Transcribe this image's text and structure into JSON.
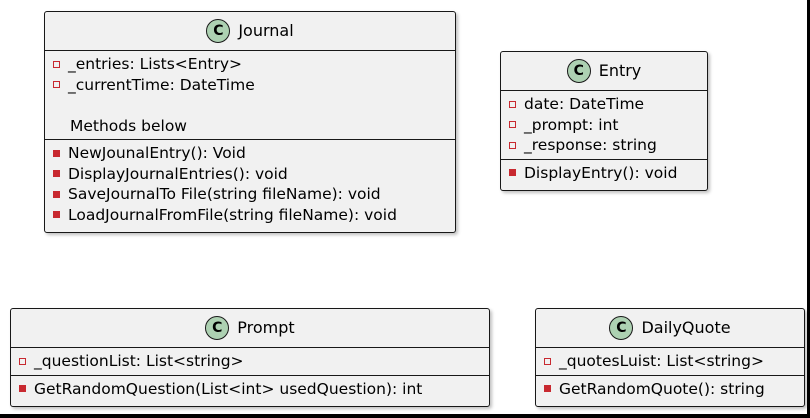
{
  "classes": {
    "journal": {
      "name": "Journal",
      "stereotype": "C",
      "fields": [
        "_entries: Lists<Entry>",
        "_currentTime: DateTime"
      ],
      "note": "Methods below",
      "methods": [
        "NewJounalEntry(): Void",
        "DisplayJournalEntries(): void",
        "SaveJournalTo File(string fileName): void",
        "LoadJournalFromFile(string fileName): void"
      ]
    },
    "entry": {
      "name": "Entry",
      "stereotype": "C",
      "fields": [
        "date: DateTime",
        "_prompt: int",
        "_response: string"
      ],
      "methods": [
        "DisplayEntry(): void"
      ]
    },
    "prompt": {
      "name": "Prompt",
      "stereotype": "C",
      "fields": [
        "_questionList: List<string>"
      ],
      "methods": [
        "GetRandomQuestion(List<int> usedQuestion): int"
      ]
    },
    "daily_quote": {
      "name": "DailyQuote",
      "stereotype": "C",
      "fields": [
        "_quotesLuist: List<string>"
      ],
      "methods": [
        "GetRandomQuote(): string"
      ]
    }
  },
  "colors": {
    "class_background": "#F1F1F1",
    "class_icon": "#ADD1B2",
    "visibility_marker": "#C82930",
    "border": "#181818"
  }
}
